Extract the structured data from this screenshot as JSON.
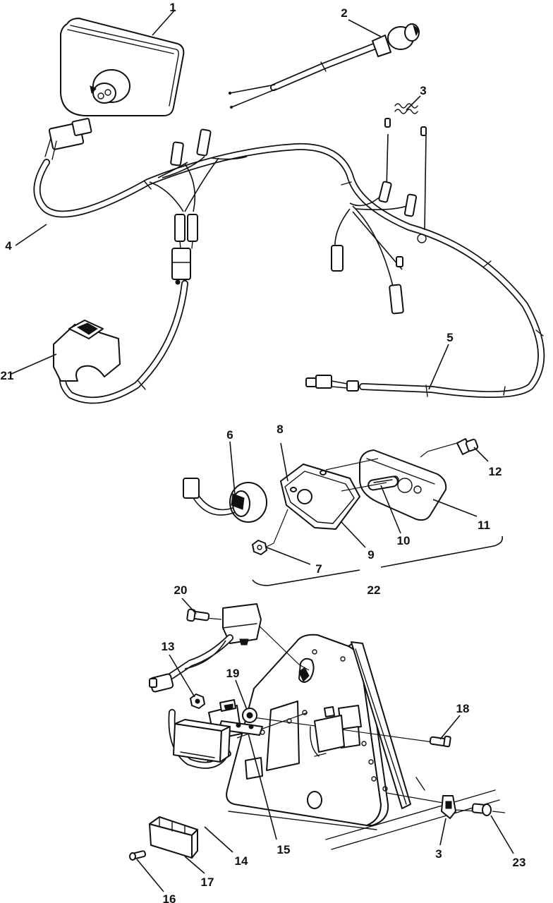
{
  "callouts": [
    {
      "id": "c1",
      "text": "1"
    },
    {
      "id": "c2",
      "text": "2"
    },
    {
      "id": "c3a",
      "text": "3"
    },
    {
      "id": "c4",
      "text": "4"
    },
    {
      "id": "c5",
      "text": "5"
    },
    {
      "id": "c6",
      "text": "6"
    },
    {
      "id": "c7",
      "text": "7"
    },
    {
      "id": "c8",
      "text": "8"
    },
    {
      "id": "c9",
      "text": "9"
    },
    {
      "id": "c10",
      "text": "10"
    },
    {
      "id": "c11",
      "text": "11"
    },
    {
      "id": "c12",
      "text": "12"
    },
    {
      "id": "c13",
      "text": "13"
    },
    {
      "id": "c14",
      "text": "14"
    },
    {
      "id": "c15",
      "text": "15"
    },
    {
      "id": "c16",
      "text": "16"
    },
    {
      "id": "c17",
      "text": "17"
    },
    {
      "id": "c18",
      "text": "18"
    },
    {
      "id": "c19",
      "text": "19"
    },
    {
      "id": "c20",
      "text": "20"
    },
    {
      "id": "c21",
      "text": "21"
    },
    {
      "id": "c22",
      "text": "22"
    },
    {
      "id": "c3b",
      "text": "3"
    },
    {
      "id": "c23",
      "text": "23"
    }
  ]
}
